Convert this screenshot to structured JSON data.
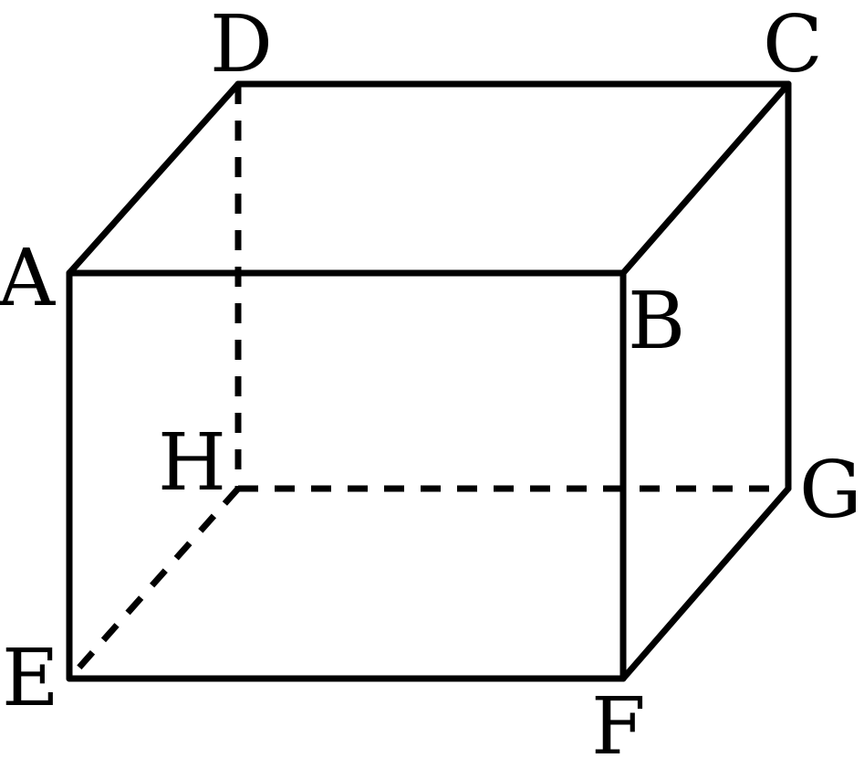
{
  "figure": {
    "vertices": {
      "A": "A",
      "B": "B",
      "C": "C",
      "D": "D",
      "E": "E",
      "F": "F",
      "G": "G",
      "H": "H"
    },
    "visible_edges": [
      "AB",
      "BC",
      "CD",
      "DA",
      "AE",
      "BF",
      "CG",
      "EF",
      "FG"
    ],
    "hidden_edges": [
      "DH",
      "HE",
      "HG"
    ],
    "colors": {
      "line": "#000000",
      "background": "#ffffff"
    }
  }
}
